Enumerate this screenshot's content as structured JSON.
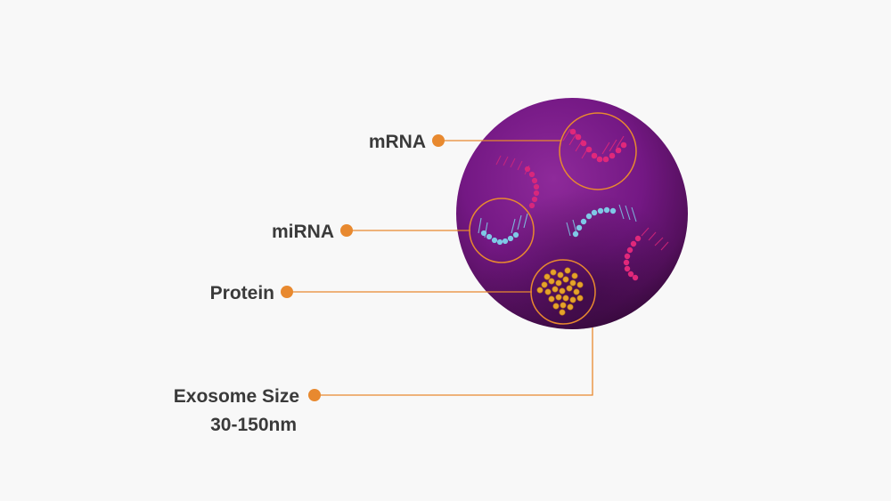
{
  "labels": {
    "mrna": "mRNA",
    "mirna": "miRNA",
    "protein": "Protein",
    "exosome_size_line1": "Exosome Size",
    "exosome_size_line2": "30-150nm"
  },
  "colors": {
    "background": "#f8f8f8",
    "exosome_purple": "#7b1a86",
    "exosome_dark": "#3a0a3e",
    "connector_orange": "#e8892f",
    "label_text": "#3a3a3a",
    "mrna_pink": "#e0287a",
    "mirna_blue": "#7fc8e6",
    "protein_gold": "#e5a32a"
  },
  "icons": {
    "mrna_strand": "rna-strand-icon",
    "mirna_strand": "mirna-strand-icon",
    "protein_cluster": "protein-cluster-icon"
  }
}
